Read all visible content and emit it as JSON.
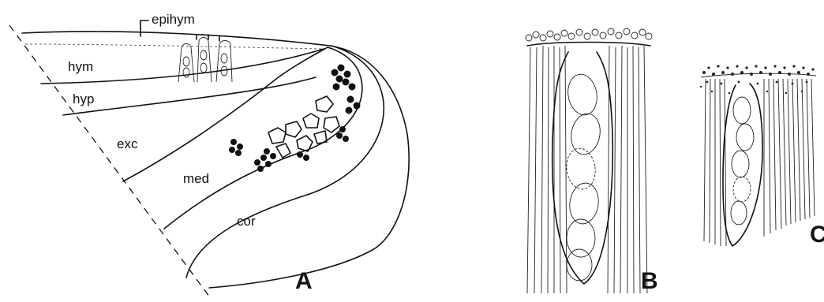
{
  "labels": {
    "epihym": "epihym",
    "hym": "hym",
    "hyp": "hyp",
    "exc": "exc",
    "med": "med",
    "cor": "cor"
  },
  "panels": {
    "a": "A",
    "b": "B",
    "c": "C"
  },
  "colors": {
    "ink": "#111111",
    "background": "#ffffff"
  }
}
